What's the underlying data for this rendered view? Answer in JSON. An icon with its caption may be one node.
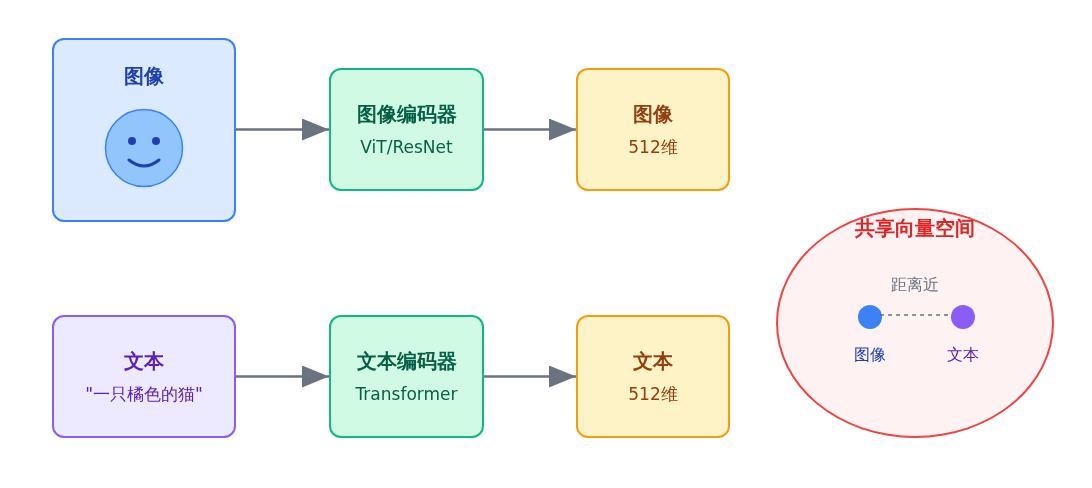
{
  "diagram": {
    "nodes": [
      {
        "text": [
          "图像"
        ]
      },
      {
        "text": [
          "图像编码器",
          "ViT/ResNet"
        ]
      },
      {
        "text": [
          "图像",
          "512维"
        ]
      },
      {
        "text": [
          "文本",
          "\"一只橘色的猫\""
        ]
      },
      {
        "text": [
          "文本编码器",
          "Transformer"
        ]
      },
      {
        "text": [
          "文本",
          "512维"
        ]
      },
      {
        "text": [
          "共享向量空间"
        ]
      },
      {
        "text": [],
        "shape": "circle",
        "beside": [
          "图像"
        ],
        "in": 6
      },
      {
        "text": [],
        "shape": "circle",
        "beside": [
          "文本"
        ],
        "in": 6
      }
    ],
    "edges": [
      {
        "from": 0,
        "to": 1,
        "arrow": "to"
      },
      {
        "from": 1,
        "to": 2,
        "arrow": "to"
      },
      {
        "from": 3,
        "to": 4,
        "arrow": "to"
      },
      {
        "from": 4,
        "to": 5,
        "arrow": "to"
      },
      {
        "from": 7,
        "to": 8,
        "arrow": "none",
        "style": "dashed",
        "label": "距离近"
      }
    ]
  }
}
